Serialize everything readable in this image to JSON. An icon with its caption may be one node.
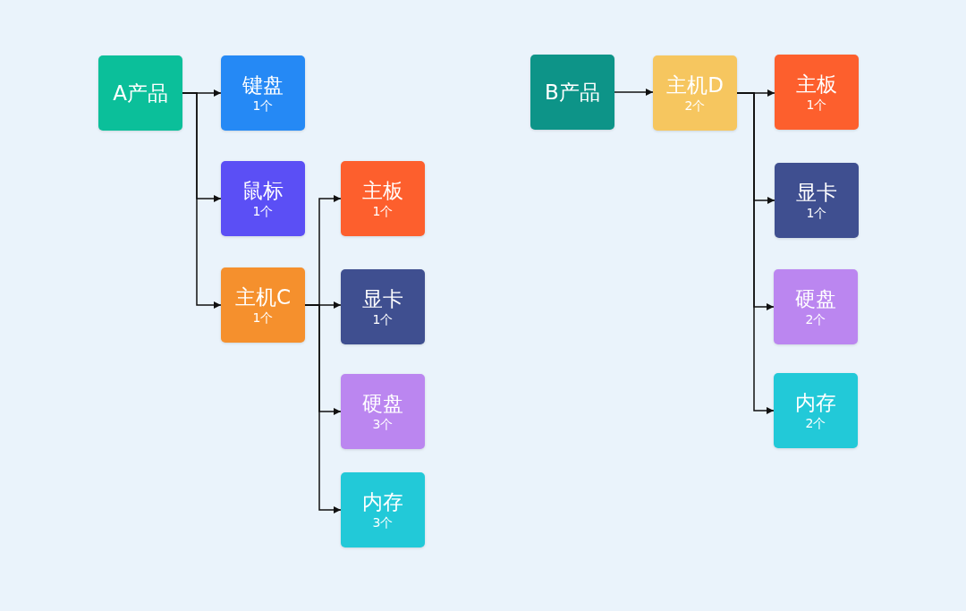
{
  "diagram": {
    "nodes": [
      {
        "text": [
          "A产品"
        ]
      },
      {
        "text": [
          "键盘",
          "1个"
        ]
      },
      {
        "text": [
          "鼠标",
          "1个"
        ]
      },
      {
        "text": [
          "主机C",
          "1个"
        ]
      },
      {
        "text": [
          "主板",
          "1个"
        ]
      },
      {
        "text": [
          "显卡",
          "1个"
        ]
      },
      {
        "text": [
          "硬盘",
          "3个"
        ]
      },
      {
        "text": [
          "内存",
          "3个"
        ]
      },
      {
        "text": [
          "B产品"
        ]
      },
      {
        "text": [
          "主机D",
          "2个"
        ]
      },
      {
        "text": [
          "主板",
          "1个"
        ]
      },
      {
        "text": [
          "显卡",
          "1个"
        ]
      },
      {
        "text": [
          "硬盘",
          "2个"
        ]
      },
      {
        "text": [
          "内存",
          "2个"
        ]
      }
    ],
    "edges": [
      {
        "from": 0,
        "to": 1,
        "arrow": "to"
      },
      {
        "from": 0,
        "to": 2,
        "arrow": "to"
      },
      {
        "from": 0,
        "to": 3,
        "arrow": "to"
      },
      {
        "from": 3,
        "to": 4,
        "arrow": "to"
      },
      {
        "from": 3,
        "to": 5,
        "arrow": "to"
      },
      {
        "from": 3,
        "to": 6,
        "arrow": "to"
      },
      {
        "from": 3,
        "to": 7,
        "arrow": "to"
      },
      {
        "from": 8,
        "to": 9,
        "arrow": "to"
      },
      {
        "from": 9,
        "to": 10,
        "arrow": "to"
      },
      {
        "from": 9,
        "to": 11,
        "arrow": "to"
      },
      {
        "from": 9,
        "to": 12,
        "arrow": "to"
      },
      {
        "from": 9,
        "to": 13,
        "arrow": "to"
      }
    ]
  }
}
